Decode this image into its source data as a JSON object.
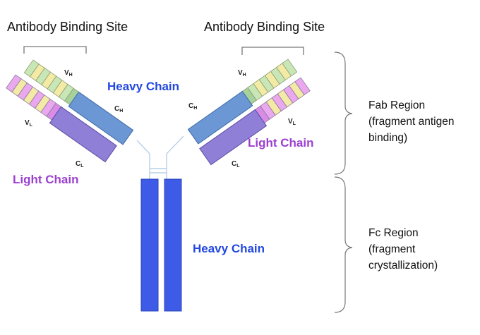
{
  "binding_site_left": "Antibody Binding Site",
  "binding_site_right": "Antibody Binding Site",
  "heavy_chain_top": "Heavy Chain",
  "heavy_chain_bottom": "Heavy Chain",
  "light_chain_left": "Light Chain",
  "light_chain_right": "Light Chain",
  "domains": {
    "vh_main": "V",
    "vh_sub": "H",
    "ch_main": "C",
    "ch_sub": "H",
    "vl_main": "V",
    "vl_sub": "L",
    "cl_main": "C",
    "cl_sub": "L"
  },
  "fab_region": [
    "Fab Region",
    "(fragment antigen",
    "binding)"
  ],
  "fc_region": [
    "Fc Region",
    "(fragment",
    "crystallization)"
  ],
  "colors": {
    "heavy_chain_label": "#2348e0",
    "light_chain_label": "#9b3fd0",
    "heavy_constant": "#6b97d4",
    "light_constant": "#8f7fd6",
    "fc_stem": "#3d5be6",
    "variable_green": "#c9e6b6",
    "variable_yellow": "#f3eaa6",
    "variable_pink": "#eaa8ef"
  }
}
